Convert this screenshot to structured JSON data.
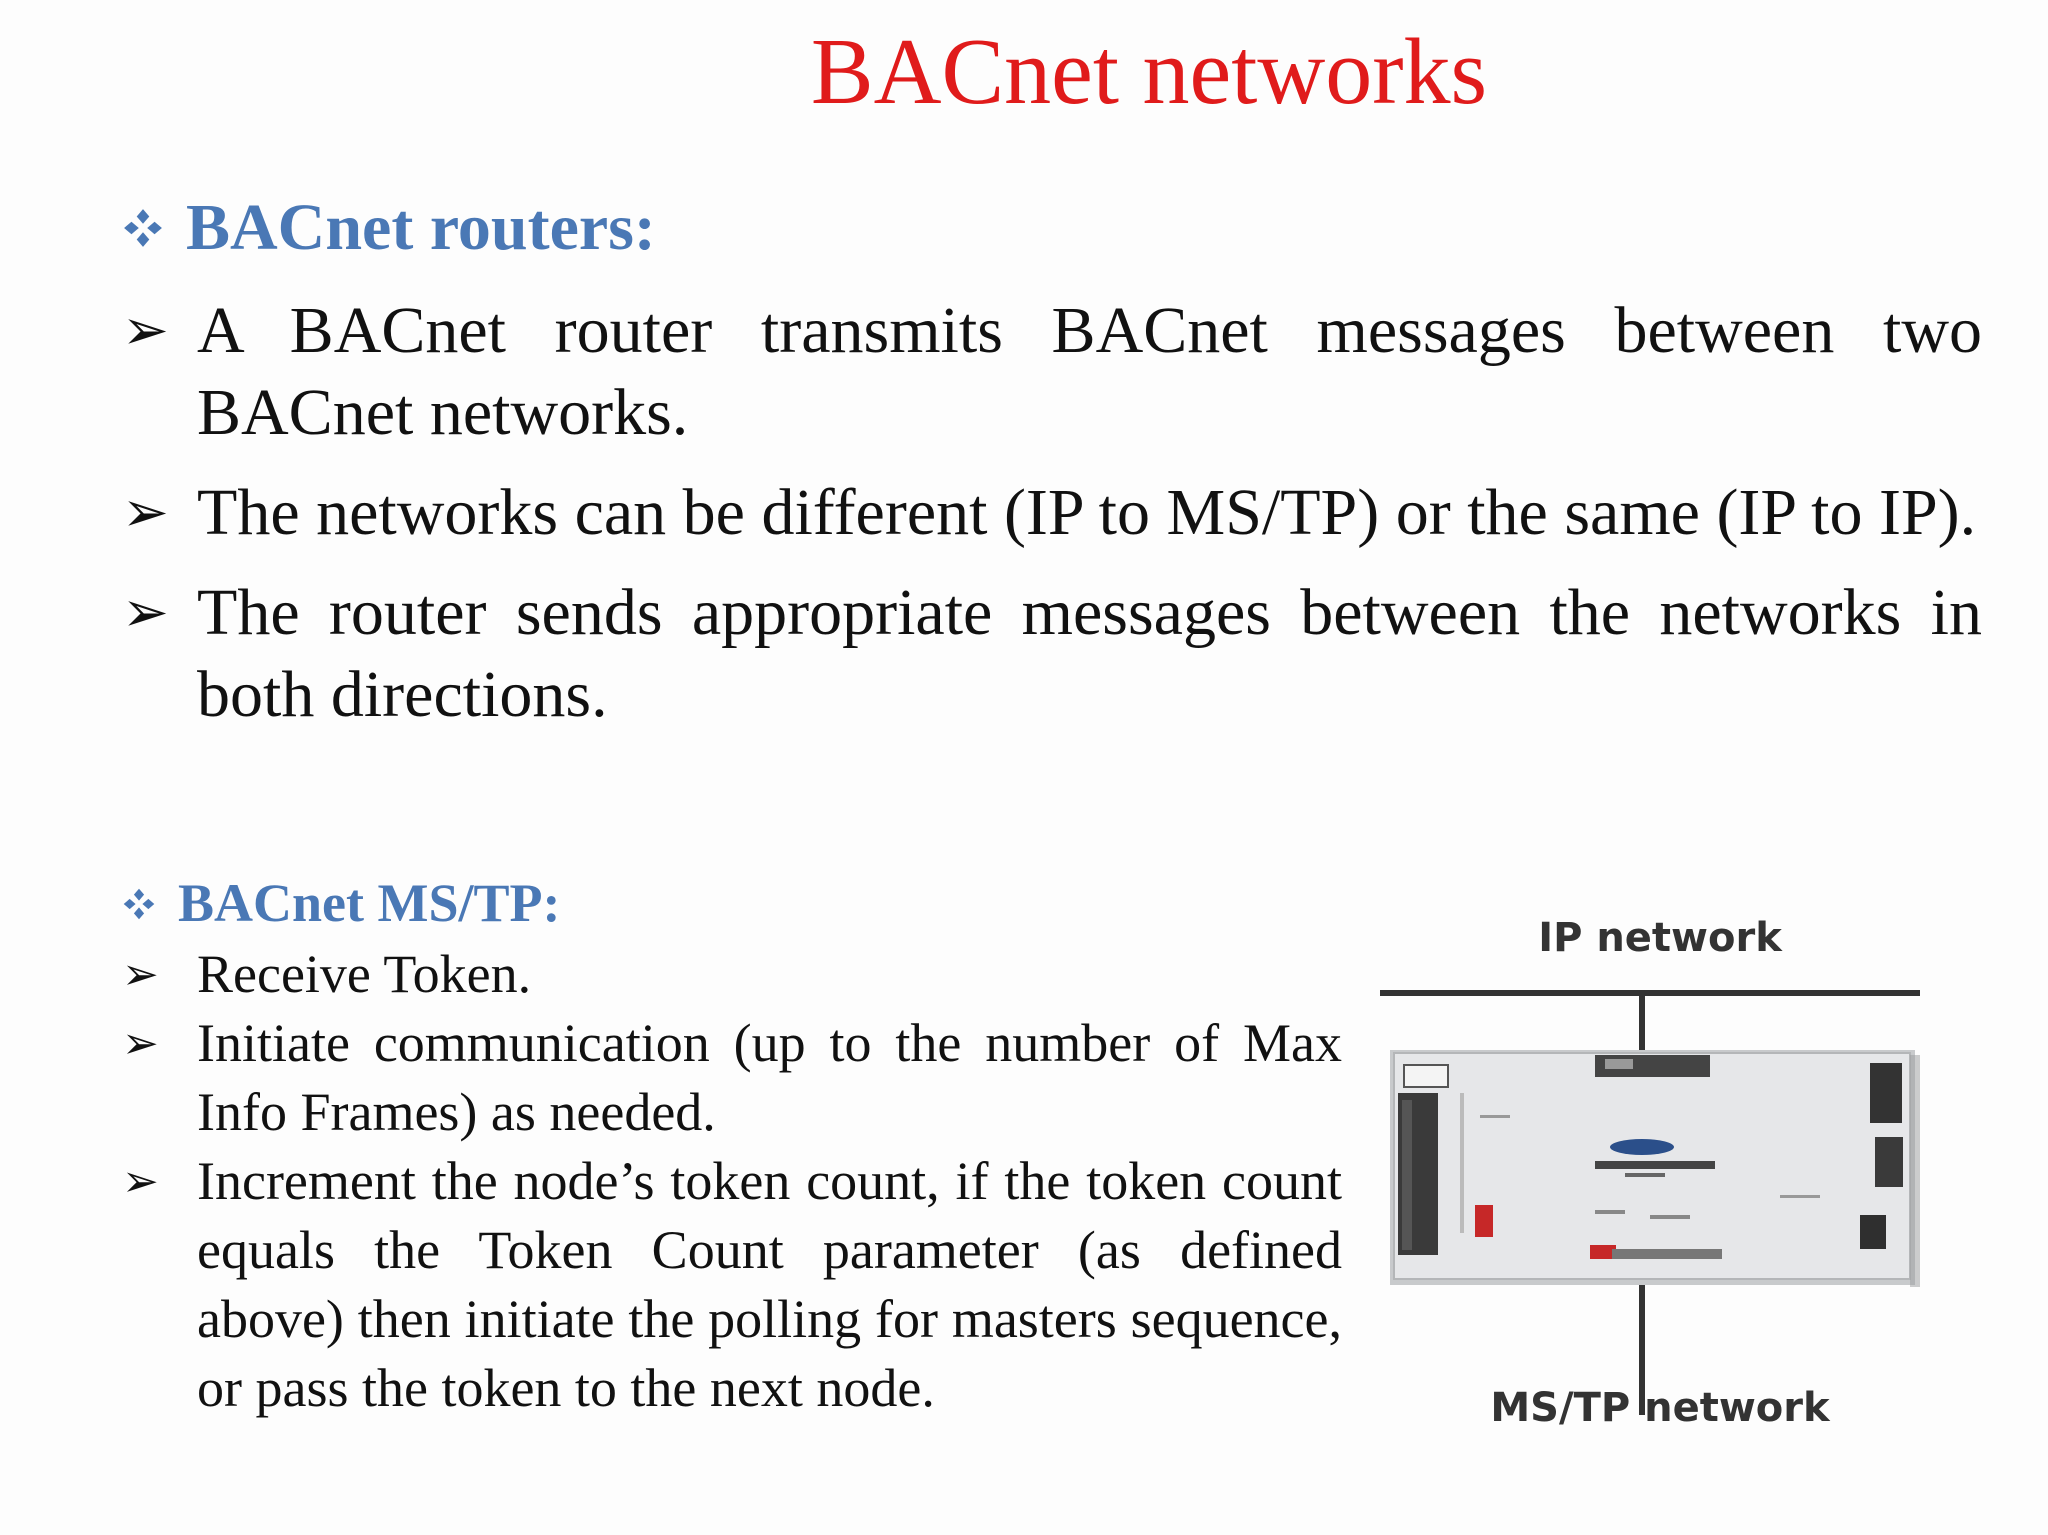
{
  "title": "BACnet networks",
  "sections": [
    {
      "heading": "BACnet routers:",
      "bullets": [
        "A BACnet router transmits BACnet messages between two BACnet networks.",
        "The networks can be different (IP to MS/TP) or the same (IP to IP).",
        "The router sends appropriate messages between the networks in both directions."
      ]
    },
    {
      "heading": "BACnet MS/TP:",
      "bullets": [
        "Receive Token.",
        "Initiate communication (up to the number of Max Info Frames) as needed.",
        "Increment the node’s token count, if the token count equals the Token Count parameter (as defined above) then initiate the polling for masters sequence, or pass the token to the next node."
      ]
    }
  ],
  "figure": {
    "top_label": "IP network",
    "bottom_label": "MS/TP network"
  }
}
